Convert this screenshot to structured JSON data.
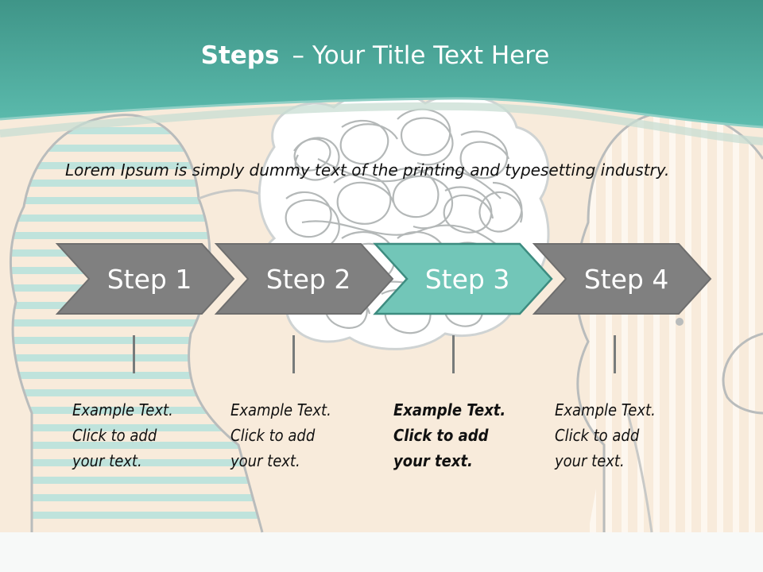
{
  "slide": {
    "title_bold": "Steps",
    "title_sep": "–",
    "title_rest": "Your Title Text Here",
    "intro": "Lorem Ipsum is simply dummy text of the printing and typesetting industry."
  },
  "steps": [
    {
      "label": "Step 1",
      "active": false,
      "desc": [
        "Example Text.",
        "Click  to add",
        "your text."
      ]
    },
    {
      "label": "Step 2",
      "active": false,
      "desc": [
        "Example Text.",
        "Click  to add",
        "your text."
      ]
    },
    {
      "label": "Step 3",
      "active": true,
      "desc": [
        "Example Text.",
        "Click  to add",
        "your text."
      ]
    },
    {
      "label": "Step 4",
      "active": false,
      "desc": [
        "Example Text.",
        "Click  to add",
        "your text."
      ]
    }
  ],
  "colors": {
    "teal_header": "#4aa79b",
    "beige": "#f8ebdb",
    "step_gray": "#808080",
    "step_active": "#72c6b8",
    "step_active_border": "#3d8c80"
  }
}
